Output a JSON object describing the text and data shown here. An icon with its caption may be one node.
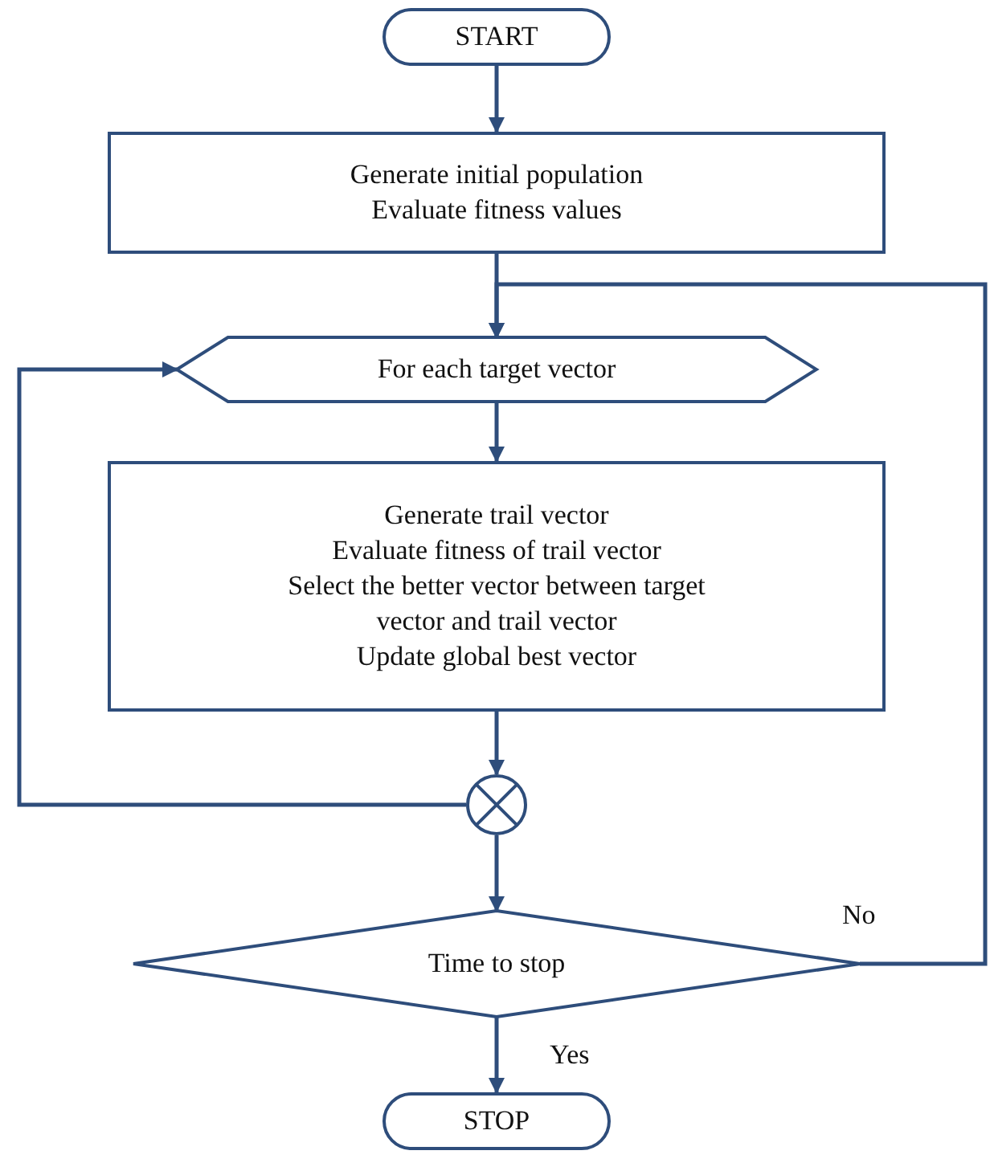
{
  "diagram": {
    "nodes": [
      {
        "text": [
          "START"
        ]
      },
      {
        "text": [
          "Generate initial population",
          "Evaluate fitness values"
        ]
      },
      {
        "text": [
          "For each target vector"
        ]
      },
      {
        "text": [
          "Generate trail vector",
          "Evaluate fitness of trail vector",
          "Select the better vector between target vector and trail vector",
          "Update global best vector"
        ]
      },
      {
        "text": [],
        "shape": "circle"
      },
      {
        "text": [
          "Time to stop"
        ]
      },
      {
        "text": [
          "STOP"
        ]
      }
    ],
    "edges": [
      {
        "from": 0,
        "to": 1,
        "arrow": "to"
      },
      {
        "from": 1,
        "to": 2,
        "arrow": "to"
      },
      {
        "from": 2,
        "to": 3,
        "arrow": "to"
      },
      {
        "from": 3,
        "to": 4,
        "arrow": "to"
      },
      {
        "from": 4,
        "to": 2,
        "arrow": "to"
      },
      {
        "from": 4,
        "to": 5,
        "arrow": "to"
      },
      {
        "from": 5,
        "to": 2,
        "arrow": "to",
        "label": "No"
      },
      {
        "from": 5,
        "to": 6,
        "arrow": "to",
        "label": "Yes"
      }
    ]
  }
}
